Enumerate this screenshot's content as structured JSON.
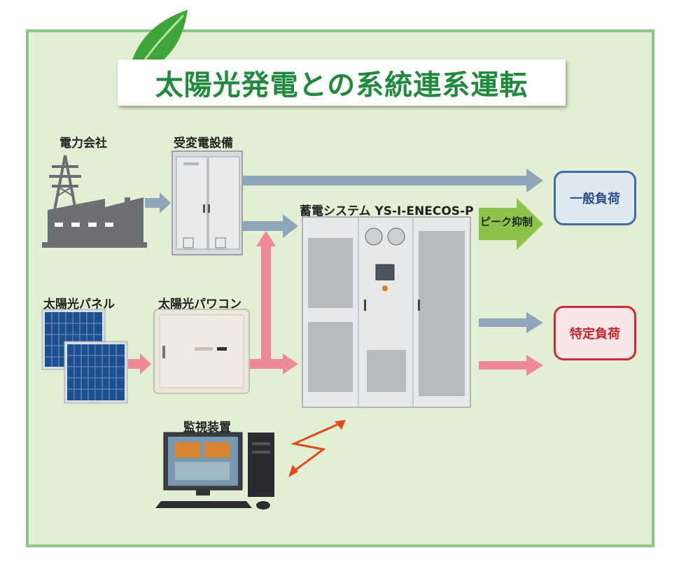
{
  "title": "太陽光発電との系統連系運転",
  "nodes": {
    "power_company": "電力会社",
    "substation": "受変電設備",
    "storage_system": "蓄電システム YS-I-ENECOS-P",
    "solar_panel": "太陽光パネル",
    "solar_pcs": "太陽光パワコン",
    "monitor": "監視装置"
  },
  "loads": {
    "general": "一般負荷",
    "specific": "特定負荷"
  },
  "peak_label": "ピーク抑制",
  "colors": {
    "grid_arrow": "#8ea6ba",
    "solar_arrow": "#ee8a98",
    "peak_arrow": "#8cc34a",
    "frame_bg": "#e3efd2",
    "frame_border": "#8fc48a",
    "title_text": "#1f8a3c"
  }
}
